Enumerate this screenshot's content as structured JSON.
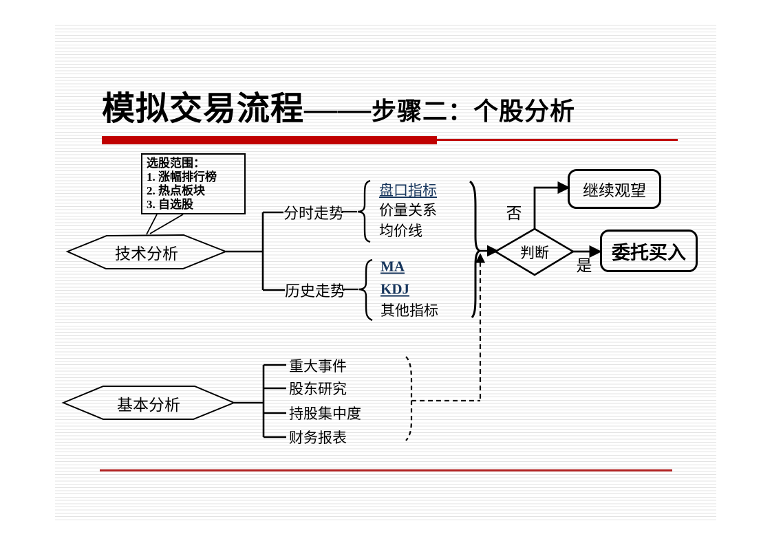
{
  "title": {
    "main": "模拟交易流程——",
    "sub": "步骤二：个股分析"
  },
  "colors": {
    "accent_red": "#c00000",
    "divider_red": "#b22222",
    "link_blue": "#17365d",
    "line_black": "#000000"
  },
  "callout": {
    "line1": "选股范围：",
    "line2": "1. 涨幅排行榜",
    "line3": "2. 热点板块",
    "line4": "3. 自选股"
  },
  "tech": {
    "hexagon_label": "技术分析",
    "branch1": {
      "label": "分时走势",
      "item1": "盘口指标",
      "item2": "价量关系",
      "item3": "均价线"
    },
    "branch2": {
      "label": "历史走势",
      "item1": "MA",
      "item2": "KDJ",
      "item3": "其他指标"
    }
  },
  "fundamental": {
    "hexagon_label": "基本分析",
    "item1": "重大事件",
    "item2": "股东研究",
    "item3": "持股集中度",
    "item4": "财务报表"
  },
  "decision": {
    "label": "判断",
    "no_label": "否",
    "yes_label": "是",
    "no_result": "继续观望",
    "yes_result": "委托买入"
  }
}
